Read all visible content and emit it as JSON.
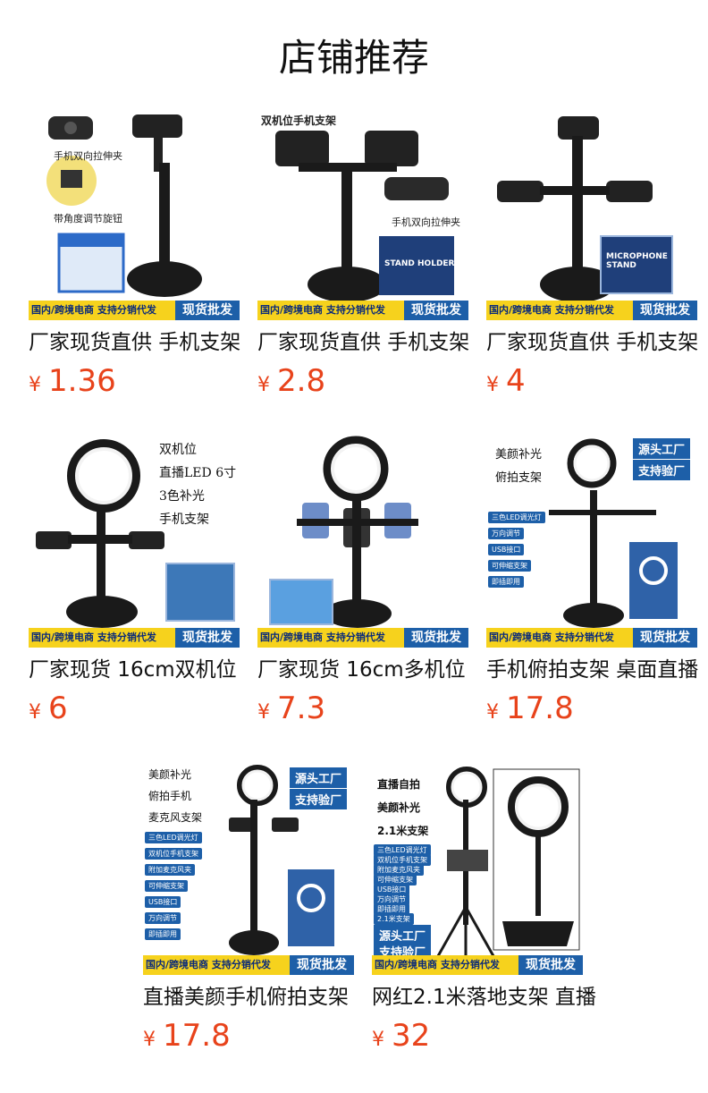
{
  "section": {
    "title": "店铺推荐"
  },
  "banner": {
    "left": "国内/跨境电商 支持分销代发",
    "right": "现货批发"
  },
  "products": [
    {
      "name": "厂家现货直供 手机支架",
      "currency": "¥",
      "price": "1.36"
    },
    {
      "name": "厂家现货直供 手机支架",
      "currency": "¥",
      "price": "2.8"
    },
    {
      "name": "厂家现货直供 手机支架",
      "currency": "¥",
      "price": "4"
    },
    {
      "name": "厂家现货 16cm双机位",
      "currency": "¥",
      "price": "6"
    },
    {
      "name": "厂家现货 16cm多机位",
      "currency": "¥",
      "price": "7.3"
    },
    {
      "name": "手机俯拍支架 桌面直播",
      "currency": "¥",
      "price": "17.8"
    },
    {
      "name": "直播美颜手机俯拍支架",
      "currency": "¥",
      "price": "17.8"
    },
    {
      "name": "网红2.1米落地支架 直播",
      "currency": "¥",
      "price": "32"
    }
  ],
  "captions": {
    "p1_a": "手机双向拉伸夹",
    "p1_b": "带角度调节旋钮",
    "p2_title": "双机位手机支架",
    "p2_a": "手机双向拉伸夹",
    "p2_box": "STAND HOLDER",
    "p3_box": "MICROPHONE STAND",
    "p4_lines": [
      "双机位",
      "直播LED 6寸",
      "3色补光",
      "手机支架"
    ],
    "p6_lines": [
      "美颜补光",
      "俯拍支架"
    ],
    "p6_tags": [
      "源头工厂",
      "支持验厂"
    ],
    "p6_chips": [
      "三色LED调光灯",
      "万向调节",
      "USB接口",
      "可伸缩支架",
      "即插即用"
    ],
    "p7_lines": [
      "美颜补光",
      "俯拍手机",
      "麦克风支架"
    ],
    "p7_tags": [
      "源头工厂",
      "支持验厂"
    ],
    "p7_chips": [
      "三色LED调光灯",
      "双机位手机支架",
      "附加麦克风夹",
      "可伸缩支架",
      "USB接口",
      "万向调节",
      "即插即用"
    ],
    "p8_lines": [
      "直播自拍",
      "美颜补光",
      "2.1米支架"
    ],
    "p8_tags": [
      "源头工厂",
      "支持验厂"
    ],
    "p8_chips": [
      "三色LED调光灯",
      "双机位手机支架",
      "附加麦克风夹",
      "可伸缩支架",
      "USB接口",
      "万向调节",
      "即插即用",
      "2.1米支架"
    ]
  },
  "colors": {
    "price": "#e8431b",
    "banner_yellow": "#f6d21d",
    "banner_blue": "#1d5fa8"
  }
}
